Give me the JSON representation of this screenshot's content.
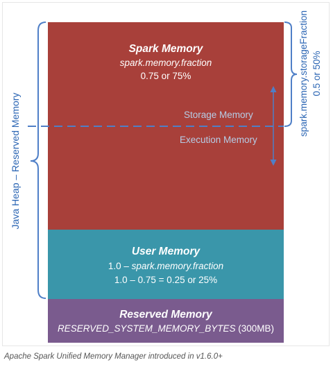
{
  "spark_memory": {
    "title": "Spark Memory",
    "config": "spark.memory.fraction",
    "value": "0.75 or 75%"
  },
  "storage_memory": {
    "label": "Storage Memory"
  },
  "execution_memory": {
    "label": "Execution Memory"
  },
  "user_memory": {
    "title": "User Memory",
    "prefix": "1.0 – ",
    "config": "spark.memory.fraction",
    "calculation": "1.0 – 0.75 = 0.25 or 25%"
  },
  "reserved_memory": {
    "title": "Reserved Memory",
    "config": "RESERVED_SYSTEM_MEMORY_BYTES",
    "size": " (300MB)"
  },
  "left_brace": {
    "label": "Java Heap – Reserved Memory"
  },
  "right_brace": {
    "line1": "spark.memory.storageFraction",
    "line2": "0.5 or 50%"
  },
  "caption": "Apache Spark Unified Memory Manager introduced in v1.6.0+",
  "colors": {
    "spark": "#a8403a",
    "user": "#3a96aa",
    "reserved": "#7a5b8e",
    "accent": "#2c66b4",
    "divider": "#4f7fc7"
  }
}
